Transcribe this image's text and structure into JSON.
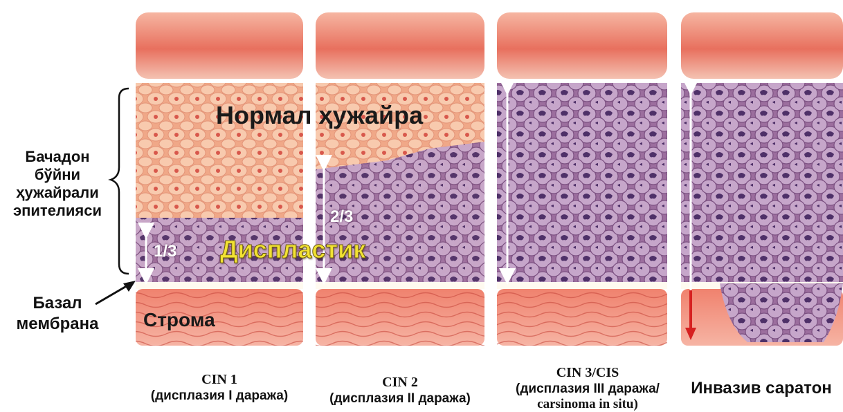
{
  "labels": {
    "epithelium": [
      "Бачадон",
      "бўйни",
      "ҳужайрали",
      "эпителияси"
    ],
    "basal_membrane": [
      "Базал",
      "мембрана"
    ],
    "normal_cell": "Нормал ҳужайра",
    "dysplastic": "Диспластик",
    "stroma": "Строма",
    "fraction_1": "1/3",
    "fraction_2": "2/3"
  },
  "panels": [
    {
      "title": "CIN 1",
      "subtitle": "(дисплазия I даража)",
      "dysplasia_fraction": 0.333
    },
    {
      "title": "CIN 2",
      "subtitle": "(дисплазия II даража)",
      "dysplasia_fraction": 0.667
    },
    {
      "title": "CIN 3/CIS",
      "subtitle": "(дисплазия III даража/",
      "subtitle2": "carsinoma in situ)",
      "dysplasia_fraction": 1.0
    },
    {
      "title": "Инвазив саратон",
      "dysplasia_fraction": 1.0,
      "invasive": true
    }
  ],
  "colors": {
    "surface_top": "#f2a08c",
    "surface_bottom": "#d8483e",
    "normal_tissue": "#f0a888",
    "normal_cell": "#f7c4a8",
    "normal_nucleus": "#d8584c",
    "dysplastic_tissue": "#9c6e9e",
    "dysplastic_cell": "#c4a3c8",
    "dysplastic_nucleus": "#4e3068",
    "membrane": "#fffaf0",
    "stroma": "#e8705e",
    "stroma_wave": "#c84a3e",
    "arrow": "#ffffff",
    "invasion_arrow": "#d62020"
  }
}
